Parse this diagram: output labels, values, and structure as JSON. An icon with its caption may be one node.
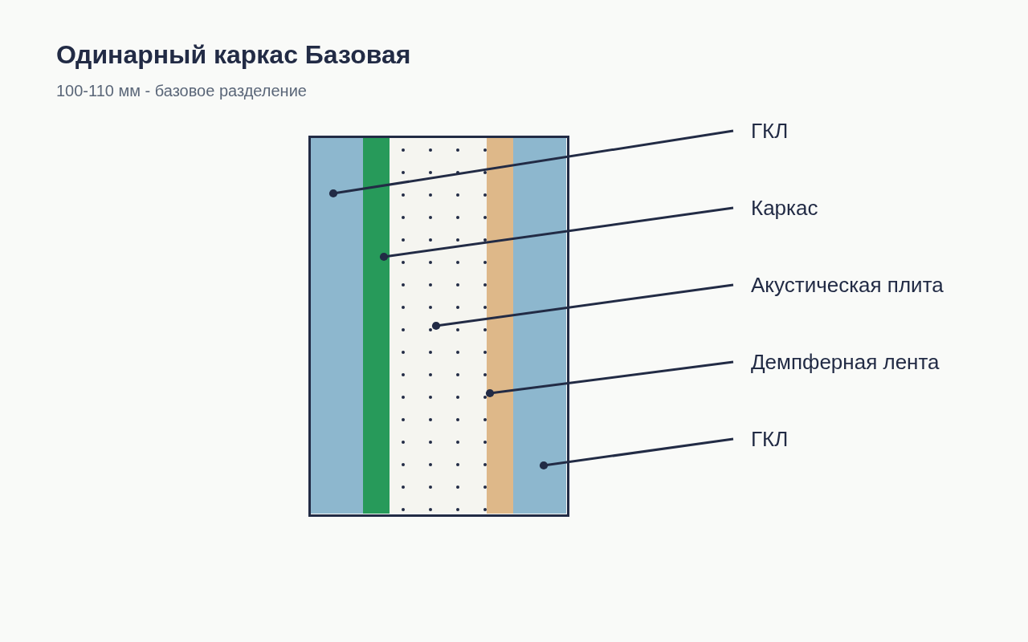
{
  "diagram": {
    "title": "Одинарный каркас Базовая",
    "nodes": [
      {
        "text": [],
        "shape": "bar"
      },
      {
        "text": [],
        "shape": "bar"
      },
      {
        "text": [],
        "shape": "bar"
      },
      {
        "text": [],
        "shape": "bar"
      },
      {
        "text": [],
        "shape": "bar"
      },
      {
        "text": [
          "ГКЛ"
        ]
      },
      {
        "text": [
          "Каркас"
        ]
      },
      {
        "text": [
          "Акустическая плита"
        ]
      },
      {
        "text": [
          "Демпферная лента"
        ]
      },
      {
        "text": [
          "ГКЛ"
        ]
      }
    ],
    "edges": [
      {
        "from": 5,
        "to": 0,
        "arrow": "other"
      },
      {
        "from": 6,
        "to": 1,
        "arrow": "other"
      },
      {
        "from": 7,
        "to": 2,
        "arrow": "other"
      },
      {
        "from": 8,
        "to": 3,
        "arrow": "other"
      },
      {
        "from": 9,
        "to": 4,
        "arrow": "other"
      }
    ],
    "labels": [
      "100-110 мм - базовое разделение"
    ]
  }
}
